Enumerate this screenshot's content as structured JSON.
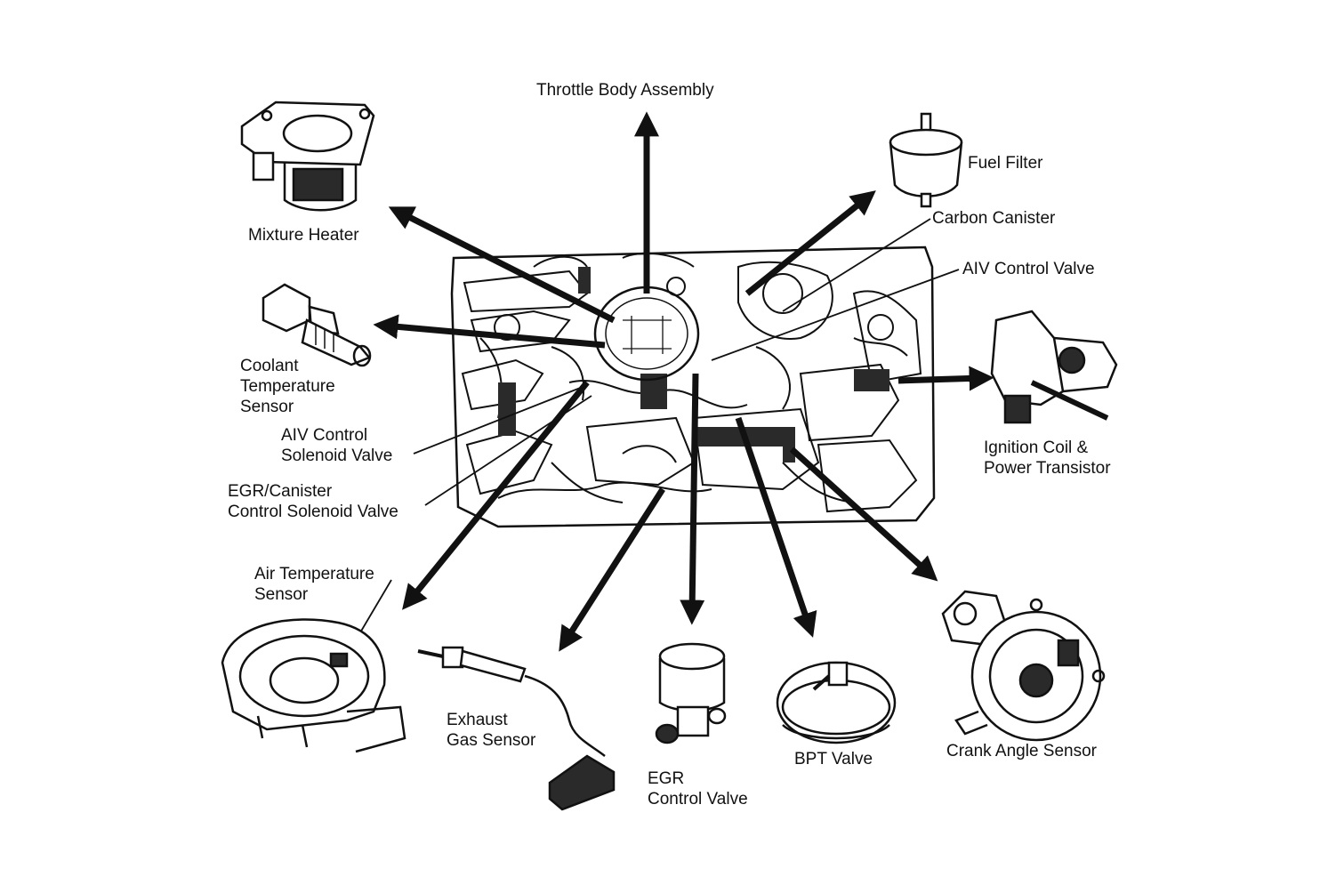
{
  "labels": {
    "throttle_body": "Throttle Body Assembly",
    "mixture_heater": "Mixture Heater",
    "fuel_filter": "Fuel Filter",
    "carbon_canister": "Carbon Canister",
    "aiv_control_valve": "AIV Control Valve",
    "coolant_temp": [
      "Coolant",
      "Temperature",
      "Sensor"
    ],
    "aiv_solenoid": [
      "AIV Control",
      "Solenoid Valve"
    ],
    "egr_canister_solenoid": [
      "EGR/Canister",
      "Control Solenoid Valve"
    ],
    "ignition_coil": [
      "Ignition Coil &",
      "Power Transistor"
    ],
    "air_temp_sensor": [
      "Air Temperature",
      "Sensor"
    ],
    "exhaust_gas_sensor": [
      "Exhaust",
      "Gas Sensor"
    ],
    "egr_control_valve": [
      "EGR",
      "Control Valve"
    ],
    "bpt_valve": "BPT Valve",
    "crank_angle_sensor": "Crank Angle Sensor"
  },
  "colors": {
    "ink": "#111111",
    "paper": "#ffffff",
    "shade": "#2a2a2a"
  }
}
